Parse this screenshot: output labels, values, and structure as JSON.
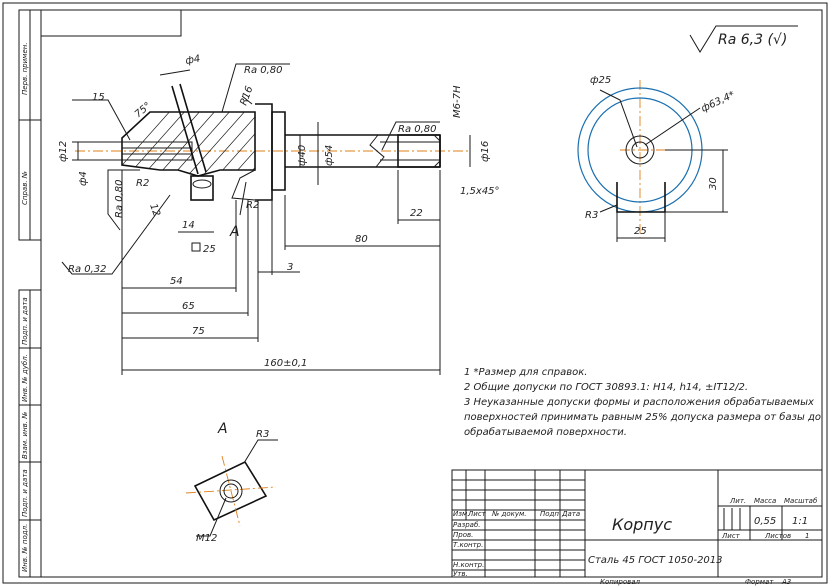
{
  "roughness": {
    "general": "Ra 6,3 (√)"
  },
  "dims": {
    "phi4_top": "ф4",
    "ra080_top": "Ra 0,80",
    "angle15": "15",
    "angle75": "75°",
    "r16": "R16",
    "m6": "M6-7H",
    "ra080_right": "Ra 0,80",
    "phi12": "ф12",
    "phi4_left": "ф4",
    "phi40": "ф40",
    "phi54": "ф54",
    "phi16": "ф16",
    "r2_left": "R2",
    "r2_mid": "R2",
    "ra080_left": "Ra 0,80",
    "d12": "12",
    "d14": "14",
    "d25": "25",
    "chamfer": "1,5x45°",
    "d22": "22",
    "d80": "80",
    "ra032": "Ra 0,32",
    "d3": "3",
    "d54": "54",
    "d65": "65",
    "d75": "75",
    "d160": "160±0,1",
    "view_a_arrow": "A"
  },
  "side_view": {
    "phi25": "ф25",
    "phi634": "ф63,4*",
    "r3": "R3",
    "d30": "30",
    "d25": "25"
  },
  "view_a": {
    "title": "A",
    "r3": "R3",
    "m12": "M12"
  },
  "notes": [
    "1 *Размер для справок.",
    "2 Общие допуски по ГОСТ 30893.1: H14, h14, ±IT12/2.",
    "3 Неуказанные допуски формы и расположения обрабатываемых",
    "поверхностей принимать равным 25% допуска размера от базы до",
    "обрабатываемой поверхности."
  ],
  "side_stamps": [
    "Перв. примен.",
    "Справ. №",
    "Подп. и дата",
    "Инв. № дубл.",
    "Взам. инв. №",
    "Подп. и дата",
    "Инв. № подл."
  ],
  "title_block": {
    "name": "Корпус",
    "material": "Сталь 45 ГОСТ 1050-2013",
    "col_izm": "Изм.",
    "col_list": "Лист",
    "col_doc": "№ докум.",
    "col_podp": "Подп.",
    "col_date": "Дата",
    "razrab": "Разраб.",
    "prov": "Пров.",
    "tkontr": "Т.контр.",
    "nkontr": "Н.контр.",
    "utv": "Утв.",
    "lit": "Лит.",
    "massa": "Масса",
    "masshtab": "Масштаб",
    "mass_val": "0,55",
    "scale_val": "1:1",
    "list_label": "Лист",
    "listov_label": "Листов",
    "listov_val": "1",
    "kopiroval": "Копировал",
    "format": "Формат",
    "format_val": "A3"
  }
}
